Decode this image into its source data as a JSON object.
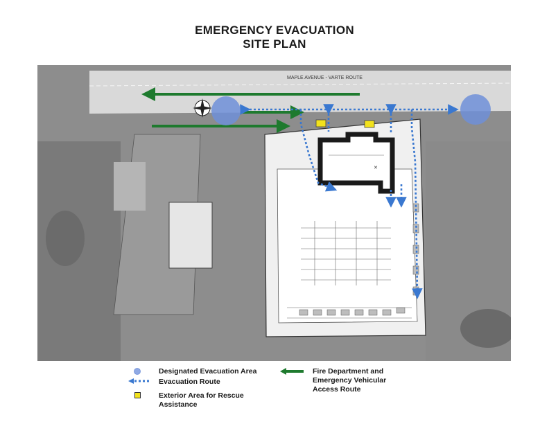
{
  "title": {
    "line1": "EMERGENCY EVACUATION",
    "line2": "SITE PLAN"
  },
  "map": {
    "street_label": "MAPLE AVENUE - VARTE ROUTE",
    "colors": {
      "evacuation_area": "#6f8fd8",
      "evacuation_route": "#3a78d0",
      "vehicular_route": "#1e7a2e",
      "rescue_area": "#f2e21c",
      "building": "#1a1a1a"
    }
  },
  "legend": {
    "evacuation_area": "Designated Evacuation Area",
    "evacuation_route": "Evacuation Route",
    "rescue_line1": "Exterior Area for Rescue",
    "rescue_line2": "Assistance",
    "fire_line1": "Fire Department and",
    "fire_line2": "Emergency Vehicular",
    "fire_line3": "Access Route"
  }
}
